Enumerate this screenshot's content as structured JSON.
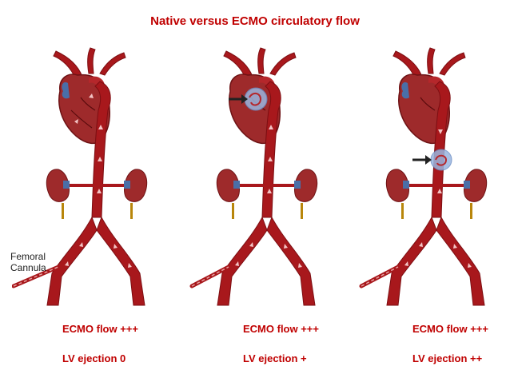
{
  "title": "Native versus ECMO circulatory flow",
  "cannula_label_line1": "Femoral",
  "cannula_label_line2": "Cannula",
  "panels": [
    {
      "flow": "ECMO flow +++",
      "ejection": "LV ejection 0"
    },
    {
      "flow": "ECMO flow +++",
      "ejection": "LV ejection +"
    },
    {
      "flow": "ECMO flow +++",
      "ejection": "LV ejection ++"
    }
  ],
  "colors": {
    "title": "#c00000",
    "vessel": "#a8181c",
    "vessel_dark": "#7d0e12",
    "heart": "#9e2a2b",
    "vein_blue": "#4a6fa8",
    "mixing_zone": "#9ab6e0",
    "arrow": "#222222"
  }
}
